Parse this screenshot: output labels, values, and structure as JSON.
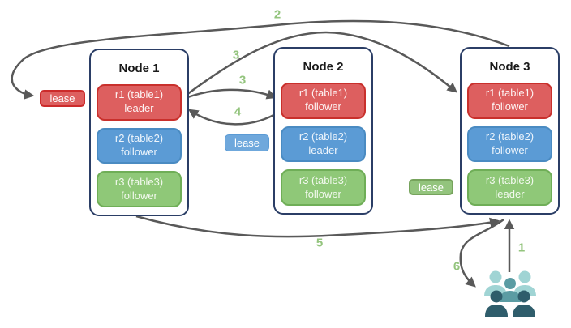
{
  "nodes": [
    {
      "title": "Node 1",
      "replicas": [
        {
          "name": "r1 (table1)",
          "role": "leader",
          "color": "red"
        },
        {
          "name": "r2 (table2)",
          "role": "follower",
          "color": "blue"
        },
        {
          "name": "r3 (table3)",
          "role": "follower",
          "color": "green"
        }
      ]
    },
    {
      "title": "Node 2",
      "replicas": [
        {
          "name": "r1 (table1)",
          "role": "follower",
          "color": "red"
        },
        {
          "name": "r2 (table2)",
          "role": "leader",
          "color": "blue"
        },
        {
          "name": "r3 (table3)",
          "role": "follower",
          "color": "green"
        }
      ]
    },
    {
      "title": "Node 3",
      "replicas": [
        {
          "name": "r1 (table1)",
          "role": "follower",
          "color": "red"
        },
        {
          "name": "r2 (table2)",
          "role": "follower",
          "color": "blue"
        },
        {
          "name": "r3 (table3)",
          "role": "leader",
          "color": "green"
        }
      ]
    }
  ],
  "leases": [
    {
      "label": "lease",
      "color": "red"
    },
    {
      "label": "lease",
      "color": "blue"
    },
    {
      "label": "lease",
      "color": "green"
    }
  ],
  "steps": [
    {
      "label": "1"
    },
    {
      "label": "2"
    },
    {
      "label": "3"
    },
    {
      "label": "3"
    },
    {
      "label": "4"
    },
    {
      "label": "5"
    },
    {
      "label": "6"
    }
  ],
  "icons": {
    "users_group": "users-group-icon"
  },
  "colors": {
    "red_fill": "#dd5f5f",
    "red_border": "#c9302c",
    "blue_fill": "#5b9bd5",
    "blue_border": "#4a8bc2",
    "blue_lease_fill": "#6fa8dc",
    "green_fill": "#8fc878",
    "green_border": "#6fae57",
    "green_lease_fill": "#93c47d",
    "node_border": "#2b3e66",
    "arrow": "#595959",
    "step_label": "#93c47d",
    "users_light_teal": "#a0d4d4",
    "users_medium_teal": "#5b9ca3",
    "users_dark_teal": "#2f5d6b"
  }
}
